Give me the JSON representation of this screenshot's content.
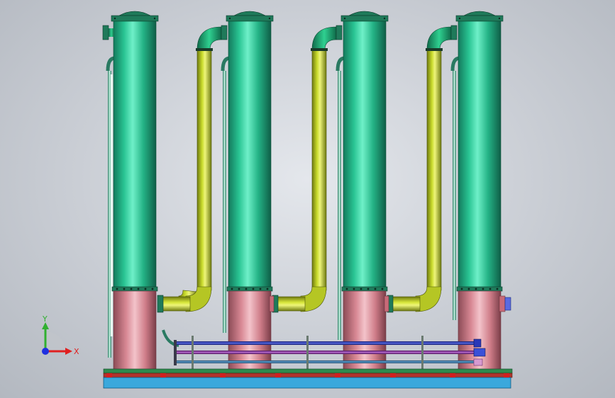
{
  "viewport": {
    "background": "#c9cdd4"
  },
  "model": {
    "vessel_count": 4,
    "colors": {
      "vessel_upper": "#2ec49a",
      "vessel_lower": "#d7838e",
      "connector_pipe": "#c8d82a",
      "flange": "#1f7a5a",
      "base_frame": "#3aa0d8",
      "header_blue": "#2030a0",
      "header_purple": "#7a2a8a",
      "header_teal": "#2a6a9a"
    }
  },
  "triad": {
    "x_label": "X",
    "y_label": "Y",
    "x_color": "#e02020",
    "y_color": "#30b030",
    "z_color": "#2030e0"
  }
}
